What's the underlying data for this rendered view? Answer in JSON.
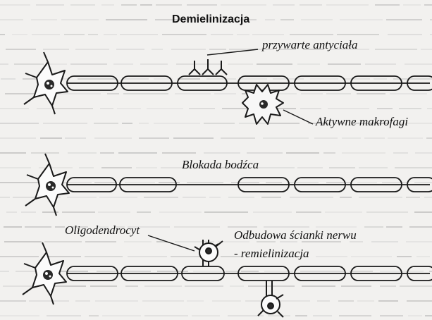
{
  "diagram": {
    "title": "Demielinizacja",
    "labels": {
      "antibodies": "przywarte antyciała",
      "macrophages": "Aktywne makrofagi",
      "conduction_block": "Blokada bodźca",
      "oligodendrocyte": "Oligodendrocyt",
      "remyelination_line1": "Odbudowa ścianki nerwu",
      "remyelination_line2": "- remielinizacja"
    }
  },
  "style": {
    "ink": "#1a1a1a",
    "paper": "#f2f1ef",
    "bleed_text": "#9a9a9a",
    "bleed_text_light": "#c7c7c7"
  }
}
